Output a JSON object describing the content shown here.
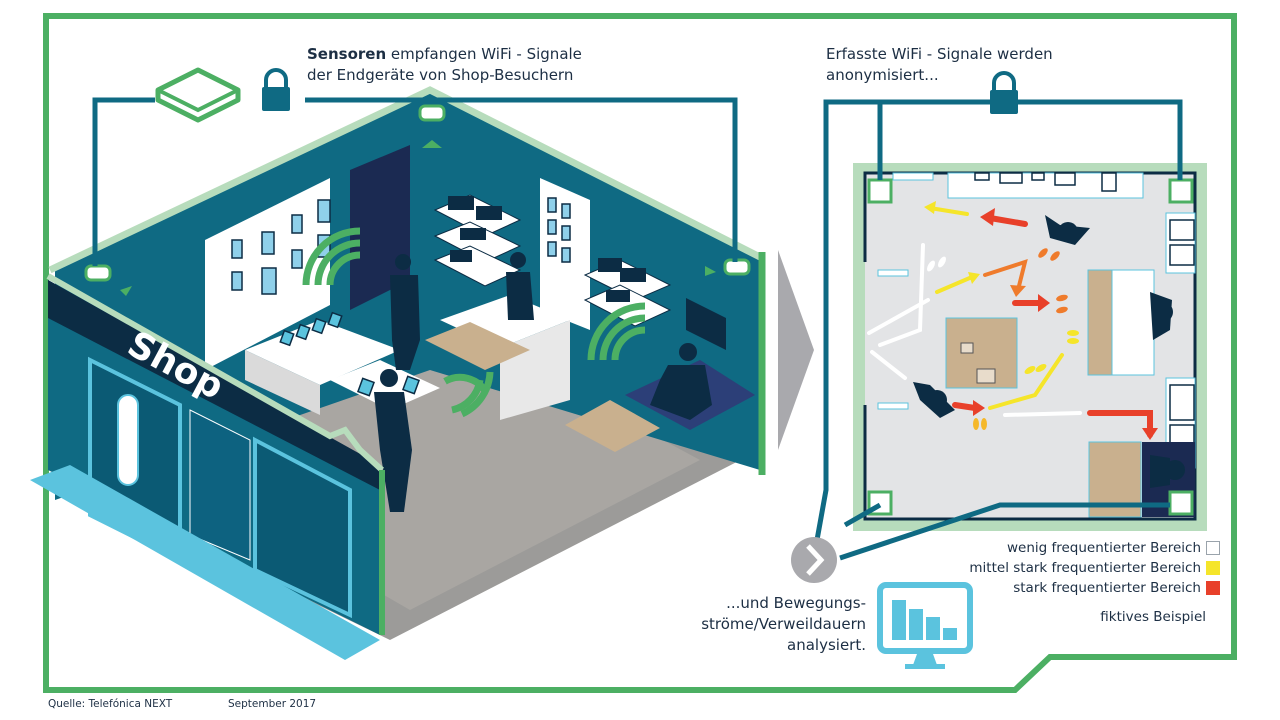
{
  "titles": {
    "left_bold": "Sensoren",
    "left_rest": " empfangen WiFi - Signale",
    "left_line2": "der Endgeräte von Shop-Besuchern",
    "right_line1": "Erfasste WiFi - Signale werden",
    "right_line2": "anonymisiert..."
  },
  "shop_sign": "Shop",
  "analysis": {
    "line1": "...und Bewegungs-",
    "line2": "ströme/Verweildauern",
    "line3": "analysiert."
  },
  "legend": [
    {
      "label": "wenig frequentierter Bereich",
      "color": "#ffffff"
    },
    {
      "label": "mittel stark frequentierter Bereich",
      "color": "#f5e52a"
    },
    {
      "label": "stark frequentierter Bereich",
      "color": "#e8402a"
    }
  ],
  "note": "fiktives Beispiel",
  "footer": {
    "source": "Quelle: Telefónica NEXT",
    "date": "September 2017"
  },
  "colors": {
    "frame_green": "#4caf63",
    "light_green": "#b7dcbc",
    "teal": "#0f6a83",
    "dark_navy": "#0c2c44",
    "sky": "#5bc3de",
    "floor_grey": "#e3e4e6",
    "table_tan": "#c9b08e",
    "arrow_red": "#e8402a",
    "arrow_yellow": "#f5e52a",
    "arrow_orange": "#ef7b2c",
    "grey_chevron": "#a9a9ad"
  }
}
